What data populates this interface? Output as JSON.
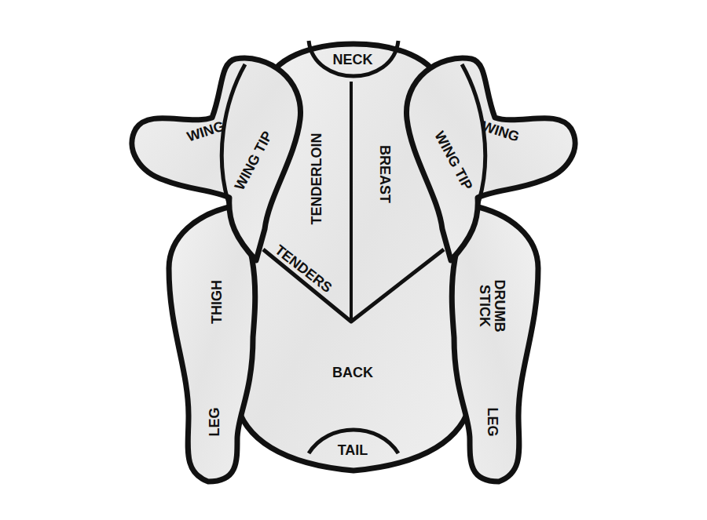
{
  "diagram": {
    "labels": [
      "NECK",
      "WING",
      "WING TIP",
      "TENDERLOIN",
      "BREAST",
      "WING TIP",
      "WING",
      "TENDERS",
      "THIGH",
      "DRUMB STICK",
      "BACK",
      "LEG",
      "LEG",
      "TAIL"
    ]
  }
}
